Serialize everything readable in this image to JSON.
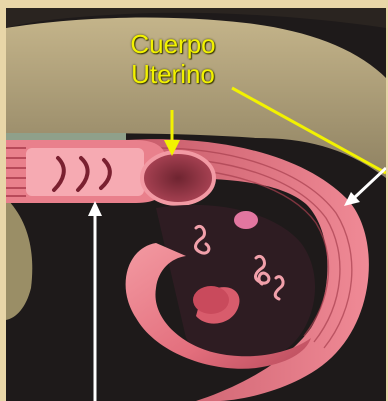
{
  "labels": {
    "line1": "Cuerpo",
    "line2": "Uterino"
  },
  "colors": {
    "background_frame": "#e8d6a8",
    "label_yellow": "#f2f200",
    "pointer_white": "#ffffff",
    "uterus_pink": "#e8707c",
    "ligament_tan": "#a89a72",
    "dark_space": "#1e1a1a"
  },
  "icons": [
    "uterus-cross-section",
    "yellow-pointer-arrow",
    "white-pointer-arrow"
  ]
}
